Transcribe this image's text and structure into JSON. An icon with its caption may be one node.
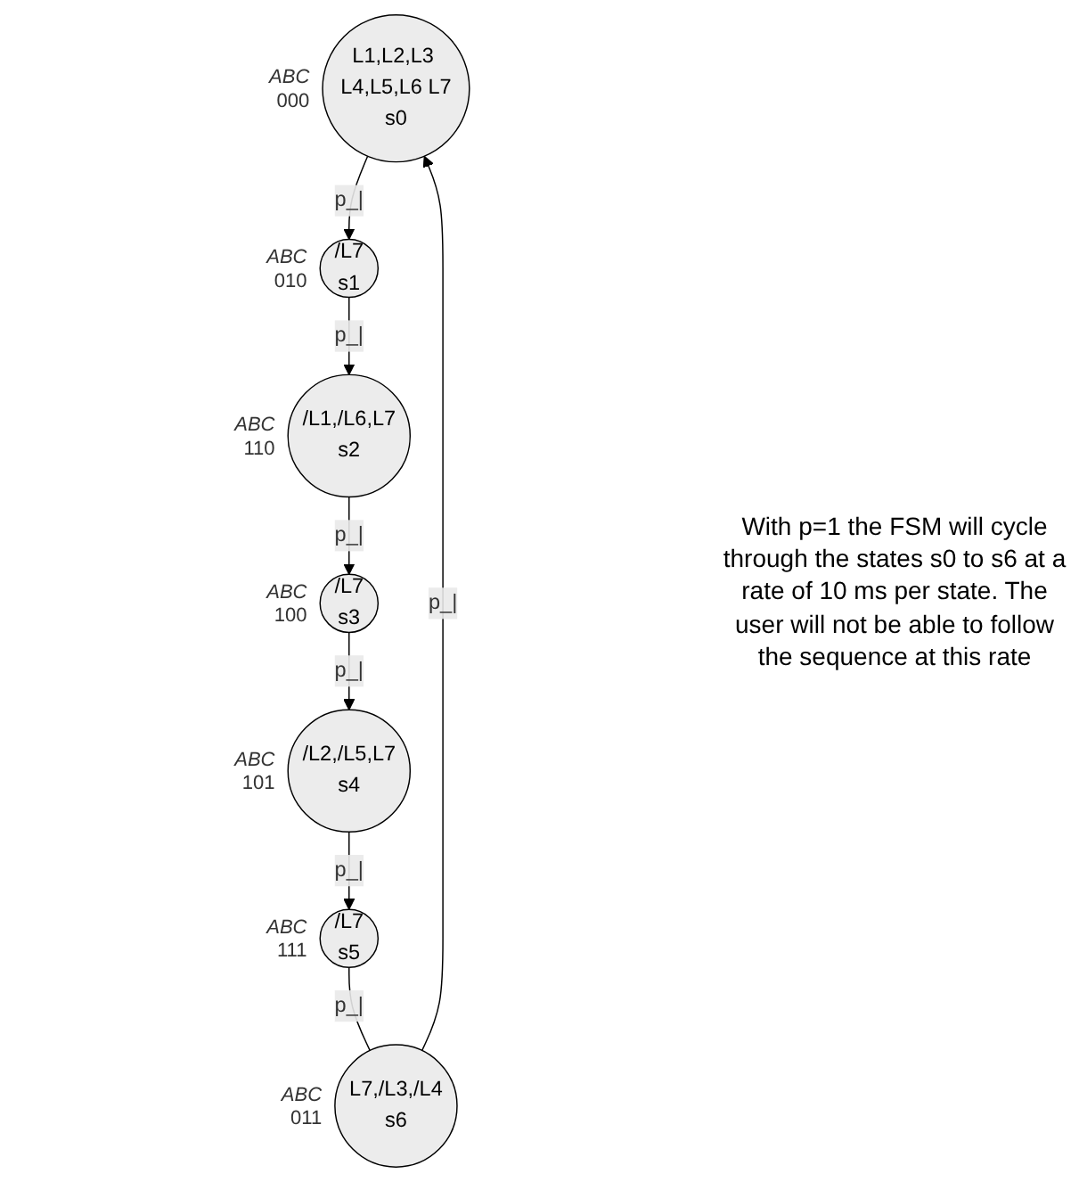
{
  "diagram": {
    "nodes": [
      {
        "text": [
          "L1,L2,L3 L4,L5,L6 L7",
          "s0"
        ],
        "beside": [
          "ABC",
          "000"
        ]
      },
      {
        "text": [
          "/L7",
          "s1"
        ],
        "beside": [
          "ABC",
          "010"
        ]
      },
      {
        "text": [
          "/L1,/L6,L7",
          "s2"
        ],
        "beside": [
          "ABC",
          "110"
        ]
      },
      {
        "text": [
          "/L7",
          "s3"
        ],
        "beside": [
          "ABC",
          "100"
        ]
      },
      {
        "text": [
          "/L2,/L5,L7",
          "s4"
        ],
        "beside": [
          "ABC",
          "101"
        ]
      },
      {
        "text": [
          "/L7",
          "s5"
        ],
        "beside": [
          "ABC",
          "111"
        ]
      },
      {
        "text": [
          "L7,/L3,/L4",
          "s6"
        ],
        "beside": [
          "ABC",
          "011"
        ]
      }
    ],
    "edges": [
      {
        "from": 0,
        "to": 1,
        "arrow": "to",
        "label": "p_|"
      },
      {
        "from": 1,
        "to": 2,
        "arrow": "to",
        "label": "p_|"
      },
      {
        "from": 2,
        "to": 3,
        "arrow": "to",
        "label": "p_|"
      },
      {
        "from": 3,
        "to": 4,
        "arrow": "to",
        "label": "p_|"
      },
      {
        "from": 4,
        "to": 5,
        "arrow": "to",
        "label": "p_|"
      },
      {
        "from": 5,
        "to": 6,
        "arrow": "none",
        "label": "p_|"
      },
      {
        "from": 6,
        "to": 0,
        "arrow": "to",
        "label": "p_|"
      }
    ],
    "labels": [
      "With p=1 the FSM will cycle through the states s0 to s6 at a rate of 10 ms per state. The user will not be able to follow the sequence at this rate"
    ]
  }
}
